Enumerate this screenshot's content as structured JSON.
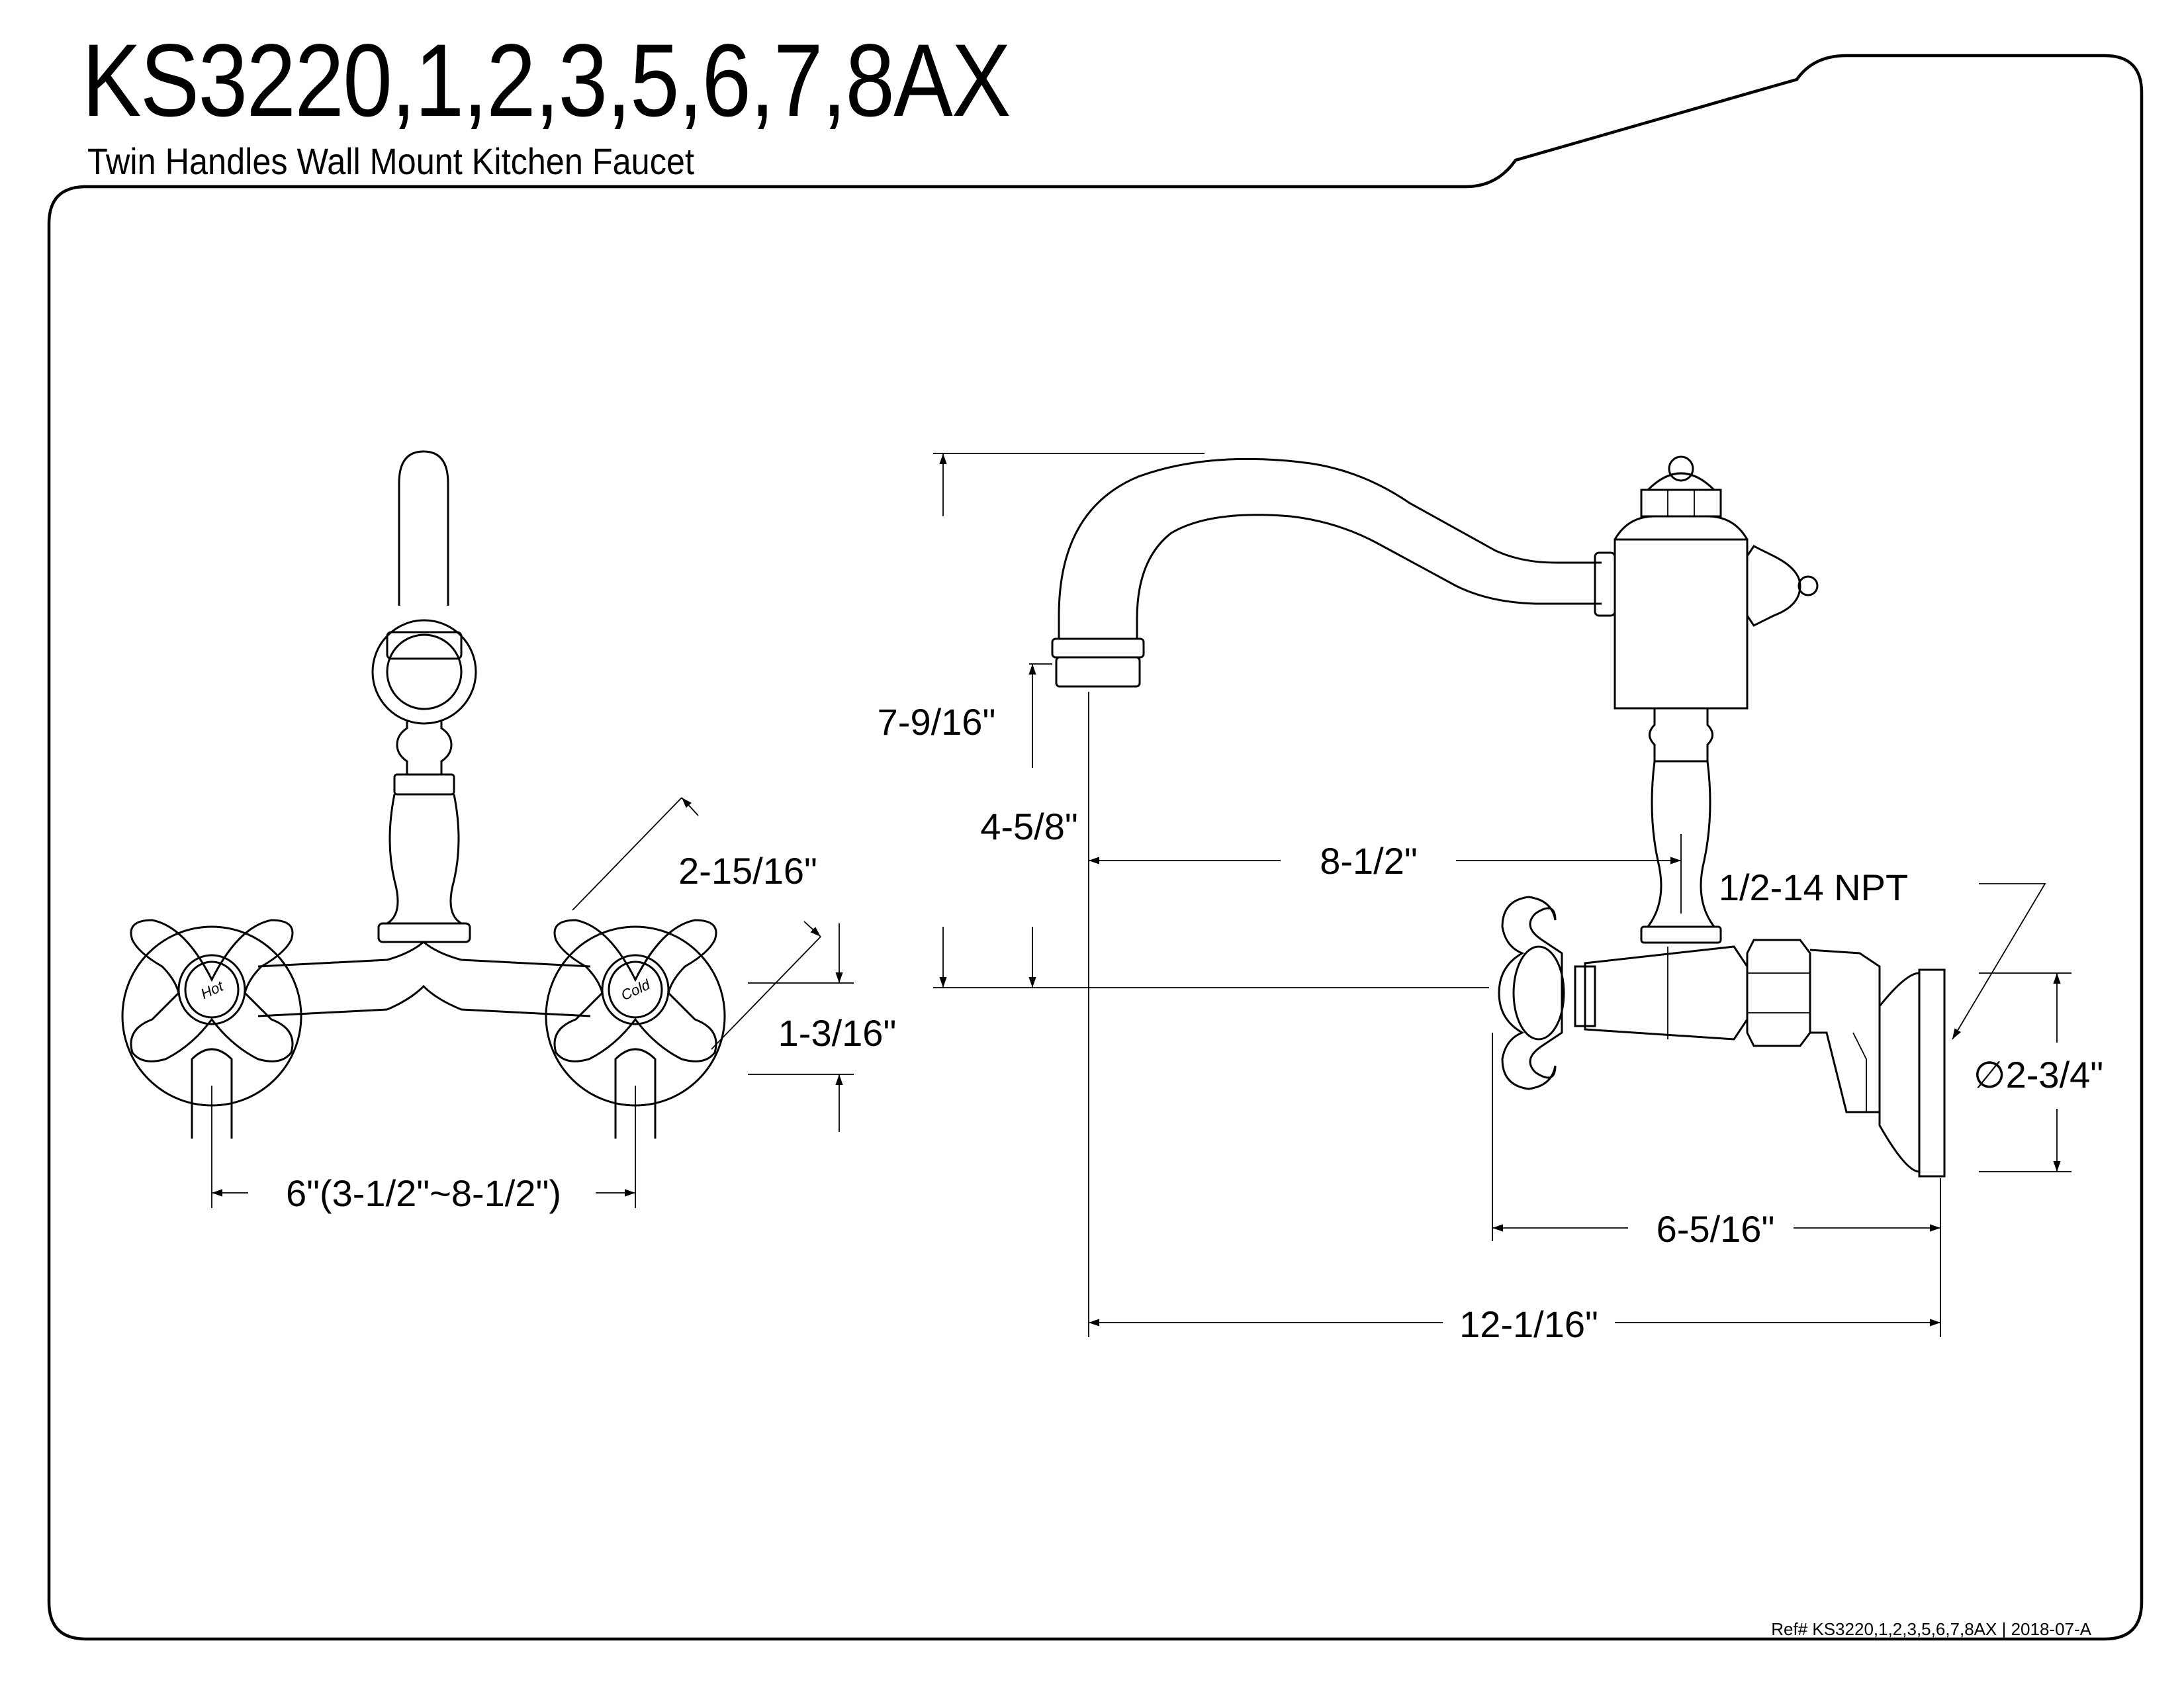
{
  "header": {
    "title": "KS3220,1,2,3,5,6,7,8AX",
    "subtitle": "Twin Handles Wall Mount Kitchen Faucet"
  },
  "handles": {
    "hot_label": "Hot",
    "cold_label": "Cold"
  },
  "dimensions": {
    "overall_height": "7-9/16\"",
    "spout_height": "4-5/8\"",
    "spout_reach": "8-1/2\"",
    "handle_span": "2-15/16\"",
    "handle_offset": "1-3/16\"",
    "center_spread": "6\"(3-1/2\"~8-1/2\")",
    "thread": "1/2-14 NPT",
    "flange_diameter": "∅2-3/4\"",
    "wall_projection": "6-5/16\"",
    "overall_reach": "12-1/16\""
  },
  "footer": {
    "reference": "Ref# KS3220,1,2,3,5,6,7,8AX | 2018-07-A"
  }
}
